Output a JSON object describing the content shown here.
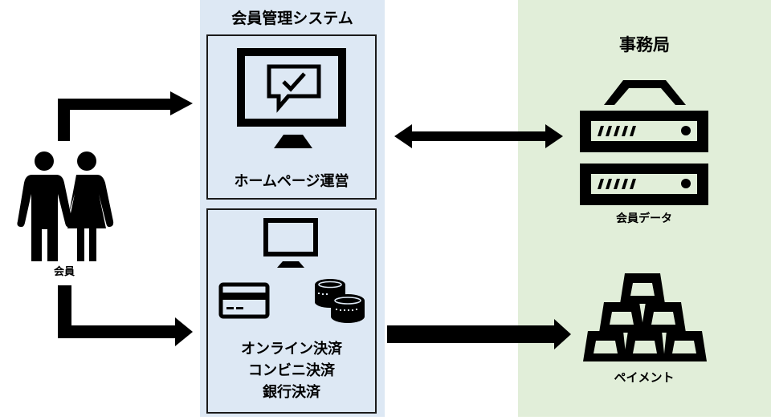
{
  "member": {
    "label": "会員"
  },
  "system": {
    "title": "会員管理システム",
    "homepage": {
      "label": "ホームページ運営"
    },
    "payment": {
      "lines": [
        "オンライン決済",
        "コンビニ決済",
        "銀行決済"
      ]
    }
  },
  "office": {
    "title": "事務局",
    "member_data": {
      "label": "会員データ"
    },
    "payment": {
      "label": "ペイメント"
    }
  },
  "colors": {
    "system_panel": "#dde8f4",
    "office_panel": "#e1eed9",
    "ink": "#000000"
  }
}
